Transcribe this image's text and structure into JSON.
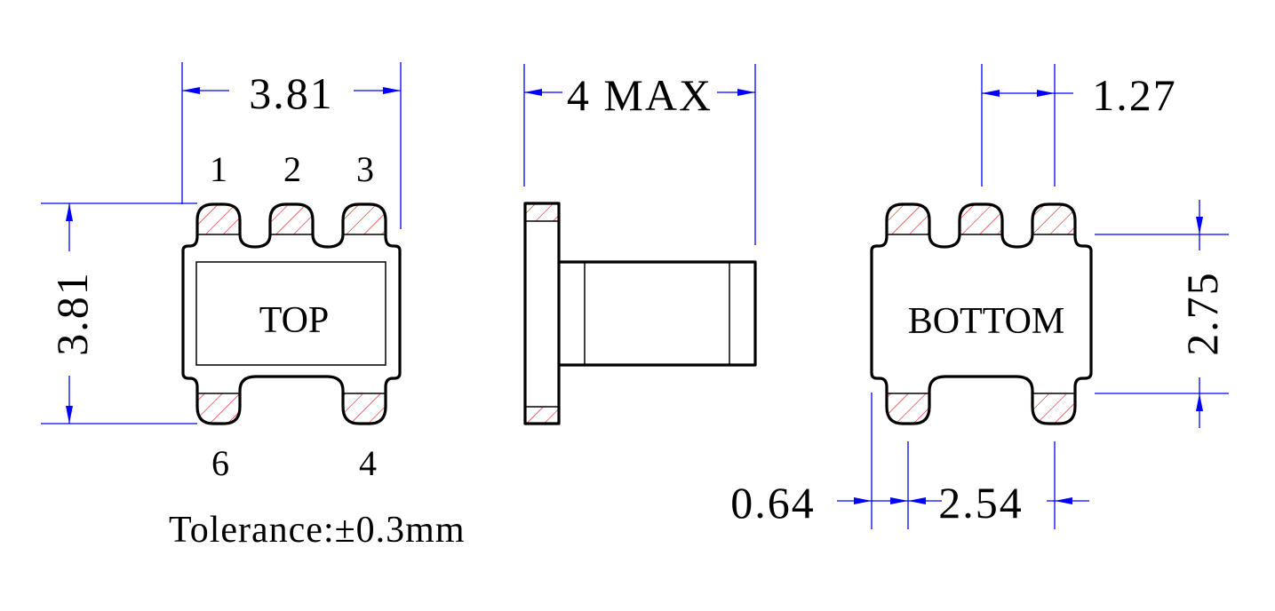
{
  "drawing": {
    "colors": {
      "outline": "#000000",
      "dimension_line": "#0000ff",
      "hatch": "#e00000",
      "background": "#ffffff"
    },
    "top_view": {
      "label": "TOP",
      "width_dim": "3.81",
      "height_dim": "3.81",
      "pins_top": [
        "1",
        "2",
        "3"
      ],
      "pins_bottom": [
        "6",
        "4"
      ]
    },
    "side_view": {
      "height_dim": "4 MAX"
    },
    "bottom_view": {
      "label": "BOTTOM",
      "pitch_dim": "1.27",
      "pad_span_dim": "2.75",
      "pad_width_dim": "0.64",
      "pad_spacing_dim": "2.54"
    },
    "tolerance": "Tolerance:±0.3mm"
  }
}
